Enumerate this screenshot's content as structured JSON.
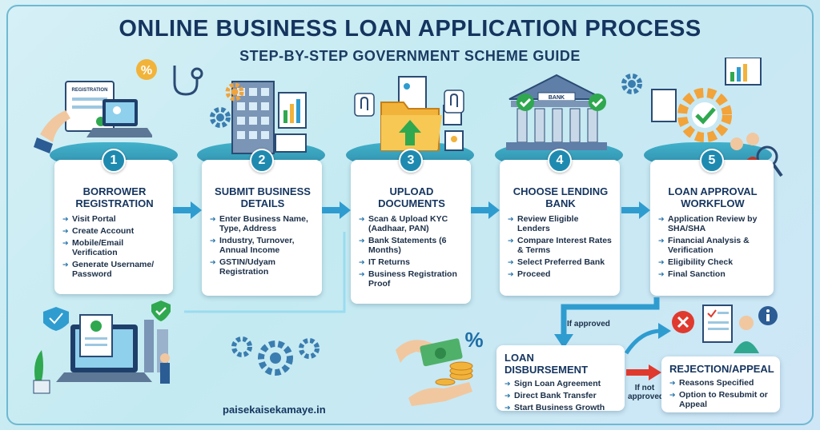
{
  "header": {
    "title": "ONLINE BUSINESS LOAN APPLICATION PROCESS",
    "subtitle": "STEP-BY-STEP GOVERNMENT SCHEME GUIDE"
  },
  "steps": [
    {
      "number": "1",
      "title": "BORROWER REGISTRATION",
      "items": [
        "Visit Portal",
        "Create Account",
        "Mobile/Email Verification",
        "Generate Username/ Password"
      ],
      "illustration_label": "REGISTRATION"
    },
    {
      "number": "2",
      "title": "SUBMIT BUSINESS DETAILS",
      "items": [
        "Enter Business Name, Type, Address",
        "Industry, Turnover, Annual Income",
        "GSTIN/Udyam Registration"
      ]
    },
    {
      "number": "3",
      "title": "UPLOAD DOCUMENTS",
      "items": [
        "Scan & Upload KYC (Aadhaar, PAN)",
        "Bank Statements (6 Months)",
        "IT Returns",
        "Business Registration Proof"
      ]
    },
    {
      "number": "4",
      "title": "CHOOSE LENDING BANK",
      "items": [
        "Review Eligible Lenders",
        "Compare Interest Rates & Terms",
        "Select Preferred Bank",
        "Proceed"
      ],
      "illustration_label": "BANK"
    },
    {
      "number": "5",
      "title": "LOAN APPROVAL WORKFLOW",
      "items": [
        "Application Review by SHA/SHA",
        "Financial Analysis & Verification",
        "Eligibility Check",
        "Final Sanction"
      ]
    }
  ],
  "outcomes": {
    "if_approved": "If approved",
    "if_not_approved": "If not approved",
    "disbursement": {
      "title": "LOAN DISBURSEMENT",
      "items": [
        "Sign Loan Agreement",
        "Direct Bank Transfer",
        "Start Business Growth"
      ]
    },
    "rejection": {
      "title": "REJECTION/APPEAL",
      "items": [
        "Reasons Specified",
        "Option to Resubmit or Appeal"
      ]
    }
  },
  "footer": {
    "website": "paisekaisekamaye.in"
  },
  "colors": {
    "navy": "#15355f",
    "teal": "#1f8ab0",
    "arrow_blue": "#2f9cd0",
    "red": "#e03a2f",
    "green": "#2fa84f",
    "folder_yellow": "#f2b33a"
  },
  "icons": [
    "laptop-icon",
    "stethoscope-icon",
    "percent-icon",
    "building-icon",
    "gear-icon",
    "folder-icon",
    "paperclip-icon",
    "bank-icon",
    "check-icon",
    "people-icon",
    "magnifier-icon",
    "cash-icon",
    "cross-icon",
    "info-icon",
    "shield-icon"
  ]
}
